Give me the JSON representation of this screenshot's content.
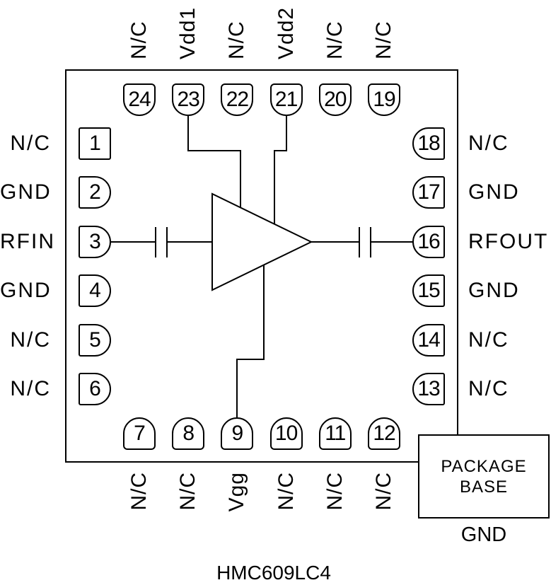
{
  "title": "HMC609LC4",
  "chip": {
    "pins": {
      "left": [
        {
          "num": "1",
          "label": "N/C"
        },
        {
          "num": "2",
          "label": "GND"
        },
        {
          "num": "3",
          "label": "RFIN"
        },
        {
          "num": "4",
          "label": "GND"
        },
        {
          "num": "5",
          "label": "N/C"
        },
        {
          "num": "6",
          "label": "N/C"
        }
      ],
      "right": [
        {
          "num": "18",
          "label": "N/C"
        },
        {
          "num": "17",
          "label": "GND"
        },
        {
          "num": "16",
          "label": "RFOUT"
        },
        {
          "num": "15",
          "label": "GND"
        },
        {
          "num": "14",
          "label": "N/C"
        },
        {
          "num": "13",
          "label": "N/C"
        }
      ],
      "top": [
        {
          "num": "24",
          "label": "N/C"
        },
        {
          "num": "23",
          "label": "Vdd1"
        },
        {
          "num": "22",
          "label": "N/C"
        },
        {
          "num": "21",
          "label": "Vdd2"
        },
        {
          "num": "20",
          "label": "N/C"
        },
        {
          "num": "19",
          "label": "N/C"
        }
      ],
      "bottom": [
        {
          "num": "7",
          "label": "N/C"
        },
        {
          "num": "8",
          "label": "N/C"
        },
        {
          "num": "9",
          "label": "Vgg"
        },
        {
          "num": "10",
          "label": "N/C"
        },
        {
          "num": "11",
          "label": "N/C"
        },
        {
          "num": "12",
          "label": "N/C"
        }
      ]
    }
  },
  "package_base": {
    "text_line1": "PACKAGE",
    "text_line2": "BASE",
    "ground_label": "GND"
  },
  "colors": {
    "line": "#000000",
    "background": "#ffffff"
  }
}
